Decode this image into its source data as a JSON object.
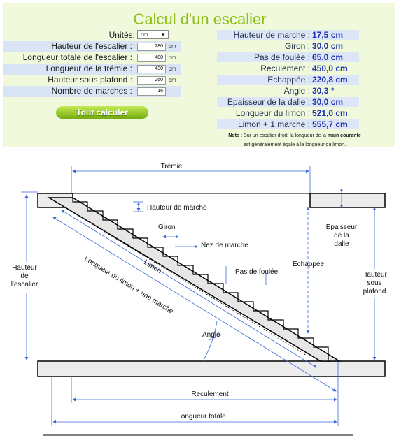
{
  "title": "Calcul d'un escalier",
  "form": {
    "units_label": "Unités:",
    "units_value": "cm",
    "rows": [
      {
        "label": "Hauteur de l'escalier :",
        "value": "280",
        "unit": "cm"
      },
      {
        "label": "Longueur totale de l'escalier :",
        "value": "480",
        "unit": "cm"
      },
      {
        "label": "Longueur de la trémie :",
        "value": "430",
        "unit": "cm"
      },
      {
        "label": "Hauteur sous plafond :",
        "value": "250",
        "unit": "cm"
      },
      {
        "label": "Nombre de marches :",
        "value": "16",
        "unit": ""
      }
    ],
    "button_label": "Tout calculer"
  },
  "results": [
    {
      "label": "Hauteur de marche :",
      "value": "17,5 cm"
    },
    {
      "label": "Giron :",
      "value": "30,0 cm"
    },
    {
      "label": "Pas de foulée :",
      "value": "65,0 cm"
    },
    {
      "label": "Reculement :",
      "value": "450,0 cm"
    },
    {
      "label": "Echappée :",
      "value": "220,8 cm"
    },
    {
      "label": "Angle :",
      "value": "30,3 °"
    },
    {
      "label": "Epaisseur de la dalle :",
      "value": "30,0 cm"
    },
    {
      "label": "Longueur du limon :",
      "value": "521,0 cm"
    },
    {
      "label": "Limon + 1 marche :",
      "value": "555,7 cm"
    }
  ],
  "note": {
    "prefix": "Note :",
    "line1": "Sur un escalier droit, la longueur de la",
    "bold": "main courante",
    "line2": "est généralement égale à la longueur du limon."
  },
  "diagram": {
    "tremie": "Trémie",
    "hauteur_marche": "Hauteur de marche",
    "giron": "Giron",
    "nez_de_marche": "Nez de marche",
    "pas_de_foulee": "Pas de foulée",
    "echappee": "Echappée",
    "epaisseur_1": "Epaisseur",
    "epaisseur_2": "de la",
    "epaisseur_3": "dalle",
    "hauteur_escalier_1": "Hauteur",
    "hauteur_escalier_2": "de",
    "hauteur_escalier_3": "l'escalier",
    "hauteur_plafond_1": "Hauteur",
    "hauteur_plafond_2": "sous",
    "hauteur_plafond_3": "plafond",
    "limon": "Limon",
    "longueur_limon": "Longueur du limon + une marche",
    "angle": "Angle",
    "reculement": "Reculement",
    "longueur_totale": "Longueur totale"
  }
}
